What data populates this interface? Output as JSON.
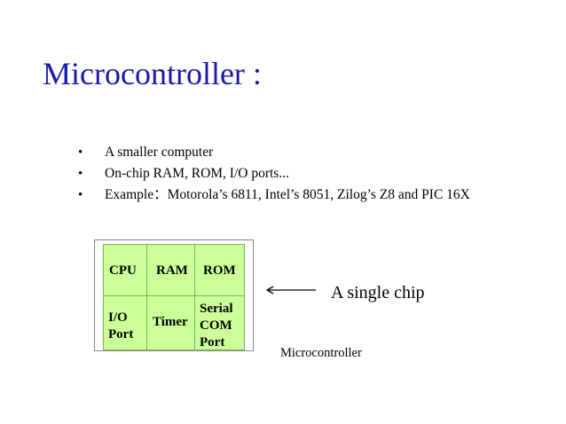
{
  "slide": {
    "title": "Microcontroller :",
    "bullets": [
      "A smaller computer",
      "On-chip RAM, ROM, I/O ports...",
      "Example：Motorola’s 6811, Intel’s 8051, Zilog’s Z8 and PIC 16X"
    ],
    "bullet_marker": "•"
  },
  "diagram": {
    "blocks": {
      "cpu": "CPU",
      "ram": "RAM",
      "rom": "ROM",
      "io_line1": "I/O",
      "io_line2": "Port",
      "timer": "Timer",
      "serial_line1": "Serial",
      "serial_line2": "COM",
      "serial_line3": "Port"
    },
    "block_color": "#ccff99",
    "arrow_label": "A single chip",
    "caption": "Microcontroller"
  },
  "colors": {
    "title": "#1a1aa6"
  }
}
